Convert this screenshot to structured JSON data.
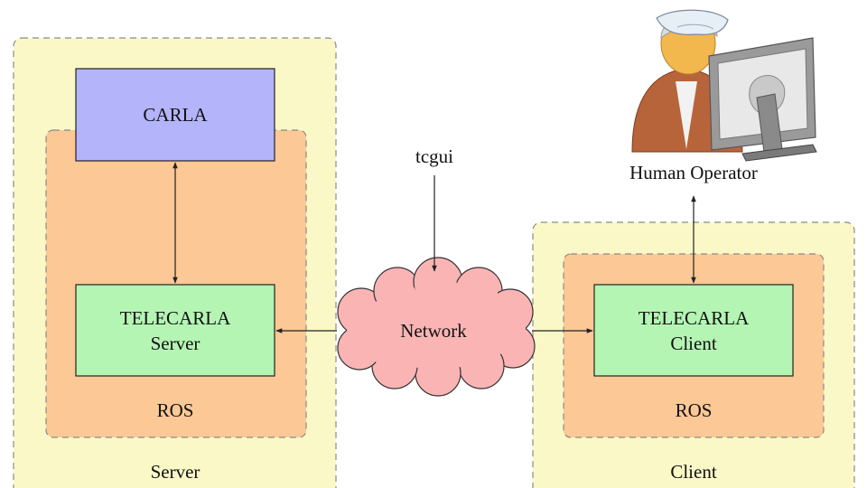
{
  "colors": {
    "outer_zone": "#fbf8c7",
    "ros_zone": "#fbc896",
    "carla_block": "#b4b4fb",
    "telecarla_block": "#b4f5b4",
    "network_cloud": "#fbb4b4",
    "stroke": "#222222"
  },
  "server": {
    "zone_label": "Server",
    "ros_label": "ROS",
    "carla_label": "CARLA",
    "telecarla_line1": "TELECARLA",
    "telecarla_line2": "Server"
  },
  "client": {
    "zone_label": "Client",
    "ros_label": "ROS",
    "telecarla_line1": "TELECARLA",
    "telecarla_line2": "Client"
  },
  "network": {
    "label": "Network",
    "gui_label": "tcgui"
  },
  "operator": {
    "label": "Human Operator",
    "icon": "human-operator-icon"
  }
}
